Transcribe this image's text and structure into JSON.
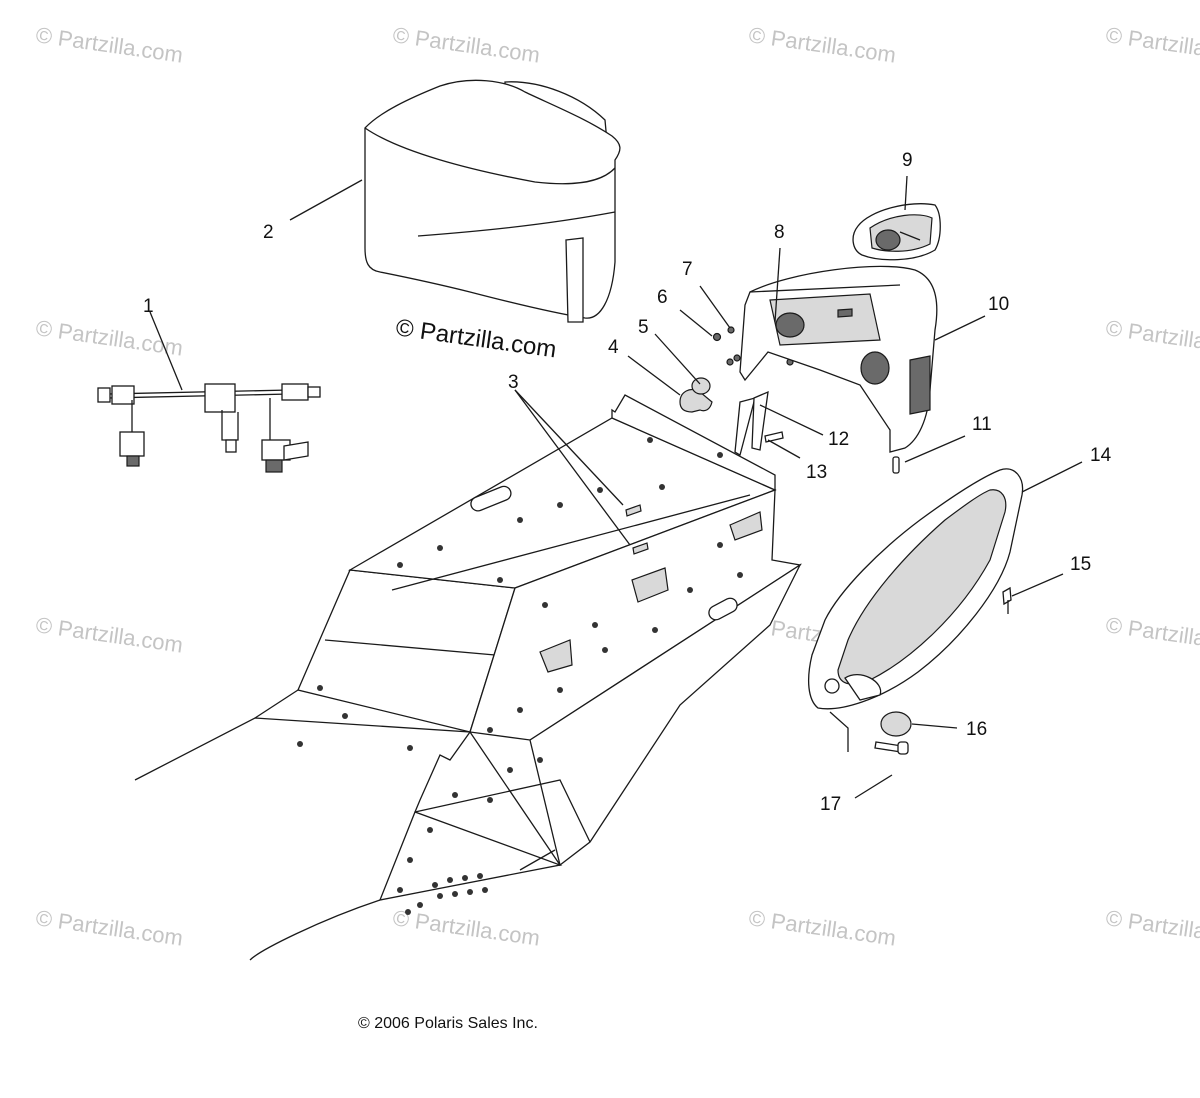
{
  "watermarks": {
    "text": "© Partzilla.com",
    "center_text": "© Partzilla.com"
  },
  "copyright": "© 2006 Polaris Sales Inc.",
  "callouts": [
    "1",
    "2",
    "3",
    "4",
    "5",
    "6",
    "7",
    "8",
    "9",
    "10",
    "11",
    "12",
    "13",
    "14",
    "15",
    "16",
    "17"
  ],
  "colors": {
    "line": "#1a1a1a",
    "watermark": "#c4c4c4",
    "part_fill_grey": "#d9d9d9"
  }
}
